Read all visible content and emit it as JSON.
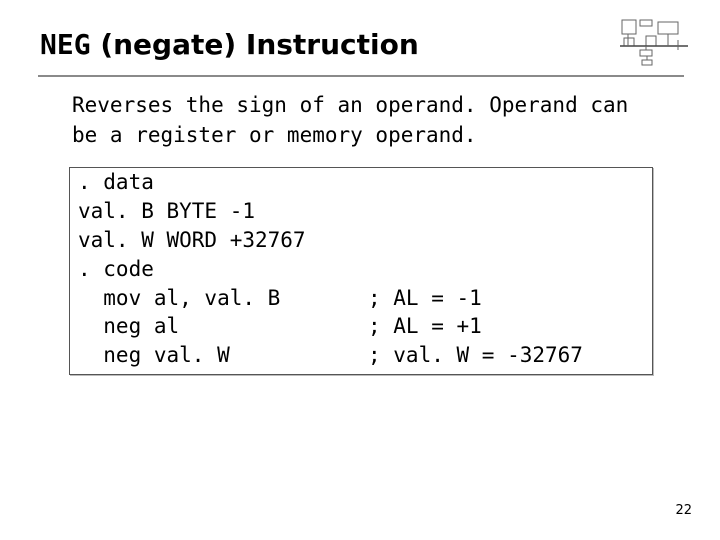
{
  "slide": {
    "title_mono": "NEG",
    "title_rest": " (negate) Instruction",
    "description": "Reverses the sign of an operand. Operand can be a register or memory operand.",
    "code_lines": [
      ". data",
      "val. B BYTE -1",
      "val. W WORD +32767",
      ". code",
      "  mov al, val. B",
      "  neg al",
      "  neg val. W"
    ],
    "comments": [
      "; AL = -1",
      "; AL = +1",
      "; val. W = -32767"
    ],
    "page_number": "22"
  }
}
